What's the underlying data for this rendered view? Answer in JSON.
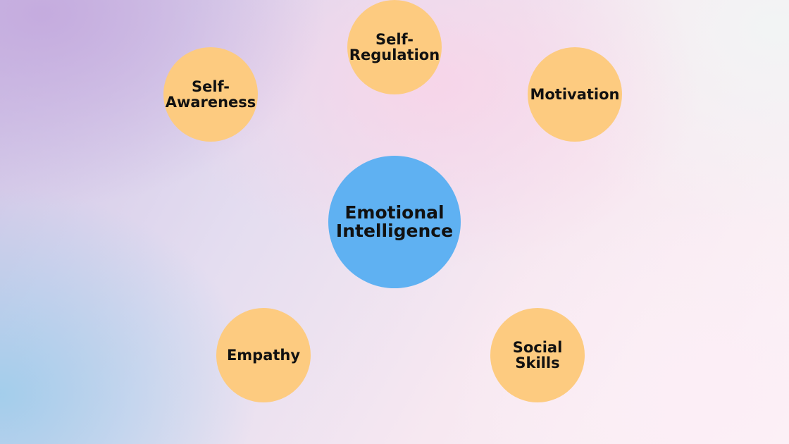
{
  "colors": {
    "center_fill": "#5fb1f2",
    "outer_fill": "#fdcb80",
    "text": "#111111"
  },
  "diagram": {
    "center": {
      "label": "Emotional\nIntelligence"
    },
    "nodes": [
      {
        "id": "self-awareness",
        "label": "Self-\nAwareness"
      },
      {
        "id": "self-regulation",
        "label": "Self-\nRegulation"
      },
      {
        "id": "motivation",
        "label": "Motivation"
      },
      {
        "id": "empathy",
        "label": "Empathy"
      },
      {
        "id": "social-skills",
        "label": "Social\nSkills"
      }
    ]
  }
}
